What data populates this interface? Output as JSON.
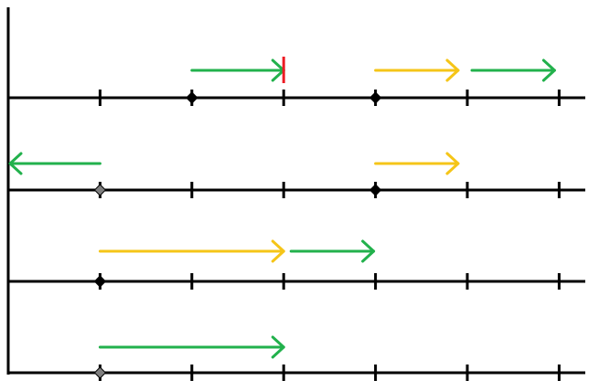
{
  "colors": {
    "line": "#000000",
    "green": "#22b14c",
    "yellow": "#f5c518",
    "red": "#ed1c24",
    "black_marker": "#000000",
    "gray_marker": "#7f7f7f"
  },
  "tracks": [
    {
      "id": "track-1",
      "markers": [
        {
          "at": 2,
          "color": "black"
        },
        {
          "at": 4,
          "color": "black"
        }
      ],
      "arrows": [
        {
          "from": 2,
          "to": 3,
          "color": "green",
          "dir": "right"
        },
        {
          "from": 4,
          "to": 4.9,
          "color": "yellow",
          "dir": "right"
        },
        {
          "from": 5.05,
          "to": 5.95,
          "color": "green",
          "dir": "right"
        }
      ],
      "bars": [
        {
          "at": 3,
          "color": "red"
        }
      ]
    },
    {
      "id": "track-2",
      "markers": [
        {
          "at": 1,
          "color": "gray"
        },
        {
          "at": 4,
          "color": "black"
        }
      ],
      "arrows": [
        {
          "from": 1,
          "to": 0.02,
          "color": "green",
          "dir": "left"
        },
        {
          "from": 4,
          "to": 4.9,
          "color": "yellow",
          "dir": "right"
        }
      ],
      "bars": []
    },
    {
      "id": "track-3",
      "markers": [
        {
          "at": 1,
          "color": "black"
        }
      ],
      "arrows": [
        {
          "from": 1,
          "to": 3,
          "color": "yellow",
          "dir": "right"
        },
        {
          "from": 3.08,
          "to": 3.98,
          "color": "green",
          "dir": "right"
        }
      ],
      "bars": []
    },
    {
      "id": "track-4",
      "markers": [
        {
          "at": 1,
          "color": "gray"
        }
      ],
      "arrows": [
        {
          "from": 1,
          "to": 3,
          "color": "green",
          "dir": "right"
        }
      ],
      "bars": []
    }
  ]
}
